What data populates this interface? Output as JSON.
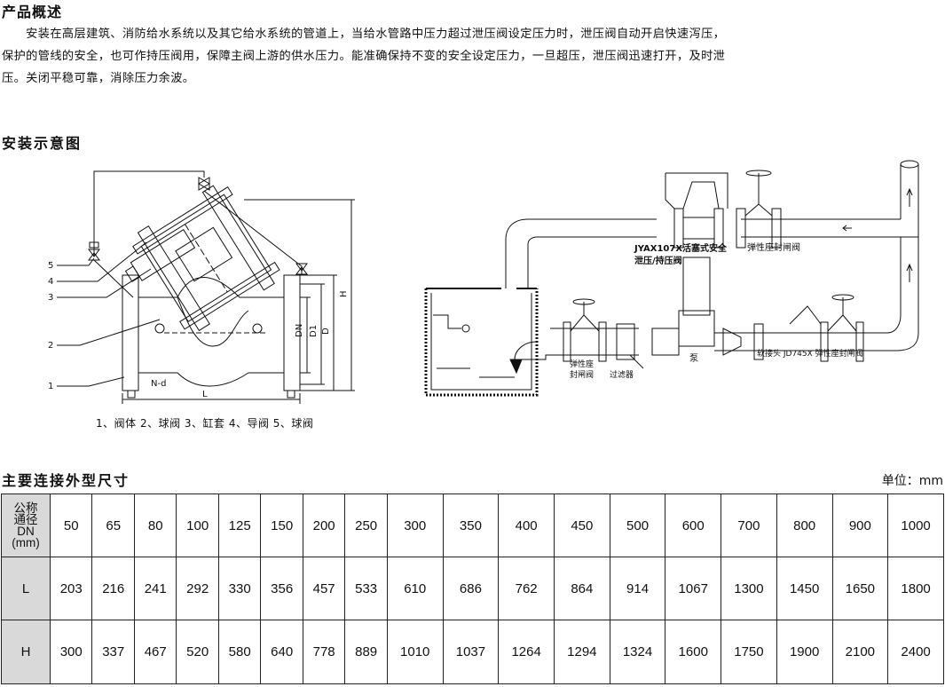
{
  "overview": {
    "title": "产品概述",
    "paragraph_line1": "　　安装在高层建筑、消防给水系统以及其它给水系统的管道上，当给水管路中压力超过泄压阀设定压力时，泄压阀自动开启快速泻压，",
    "paragraph_line2": "保护的管线的安全，也可作持压阀用，保障主阀上游的供水压力。能准确保持不变的安全设定压力，一旦超压，泄压阀迅速打开，及时泄",
    "paragraph_line3": "压。关闭平稳可靠，消除压力余波。"
  },
  "install": {
    "title": "安装示意图",
    "left_figure": {
      "callouts": [
        "5",
        "4",
        "3",
        "2",
        "1"
      ],
      "dim_labels": {
        "H": "H",
        "D": "D",
        "D1": "D1",
        "DN": "DN",
        "L": "L",
        "Nd": "N-d"
      }
    },
    "right_figure": {
      "valve_label_line1": "JYAX107X活塞式安全",
      "valve_label_line2": "泄压/持压阀",
      "gate_valve_top": "弹性座封闸阀",
      "gate_valve_left_line1": "弹性座",
      "gate_valve_left_line2": "封闸阀",
      "filter": "过滤器",
      "pump": "泵",
      "right_label": "软接头 JD745X 弹性座封闸阀"
    },
    "caption": "1、阀体 2、球阀 3、缸套 4、导阀 5、球阀"
  },
  "dimensions": {
    "title": "主要连接外型尺寸",
    "unit": "单位：mm",
    "header_label_lines": [
      "公称",
      "通径",
      "DN",
      "(mm)"
    ],
    "dn": [
      "50",
      "65",
      "80",
      "100",
      "125",
      "150",
      "200",
      "250",
      "300",
      "350",
      "400",
      "450",
      "500",
      "600",
      "700",
      "800",
      "900",
      "1000"
    ],
    "rows": [
      {
        "label": "L",
        "values": [
          "203",
          "216",
          "241",
          "292",
          "330",
          "356",
          "457",
          "533",
          "610",
          "686",
          "762",
          "864",
          "914",
          "1067",
          "1300",
          "1450",
          "1650",
          "1800"
        ]
      },
      {
        "label": "H",
        "values": [
          "300",
          "337",
          "467",
          "520",
          "580",
          "640",
          "778",
          "889",
          "1010",
          "1037",
          "1264",
          "1294",
          "1324",
          "1600",
          "1750",
          "1900",
          "2100",
          "2400"
        ]
      }
    ]
  }
}
